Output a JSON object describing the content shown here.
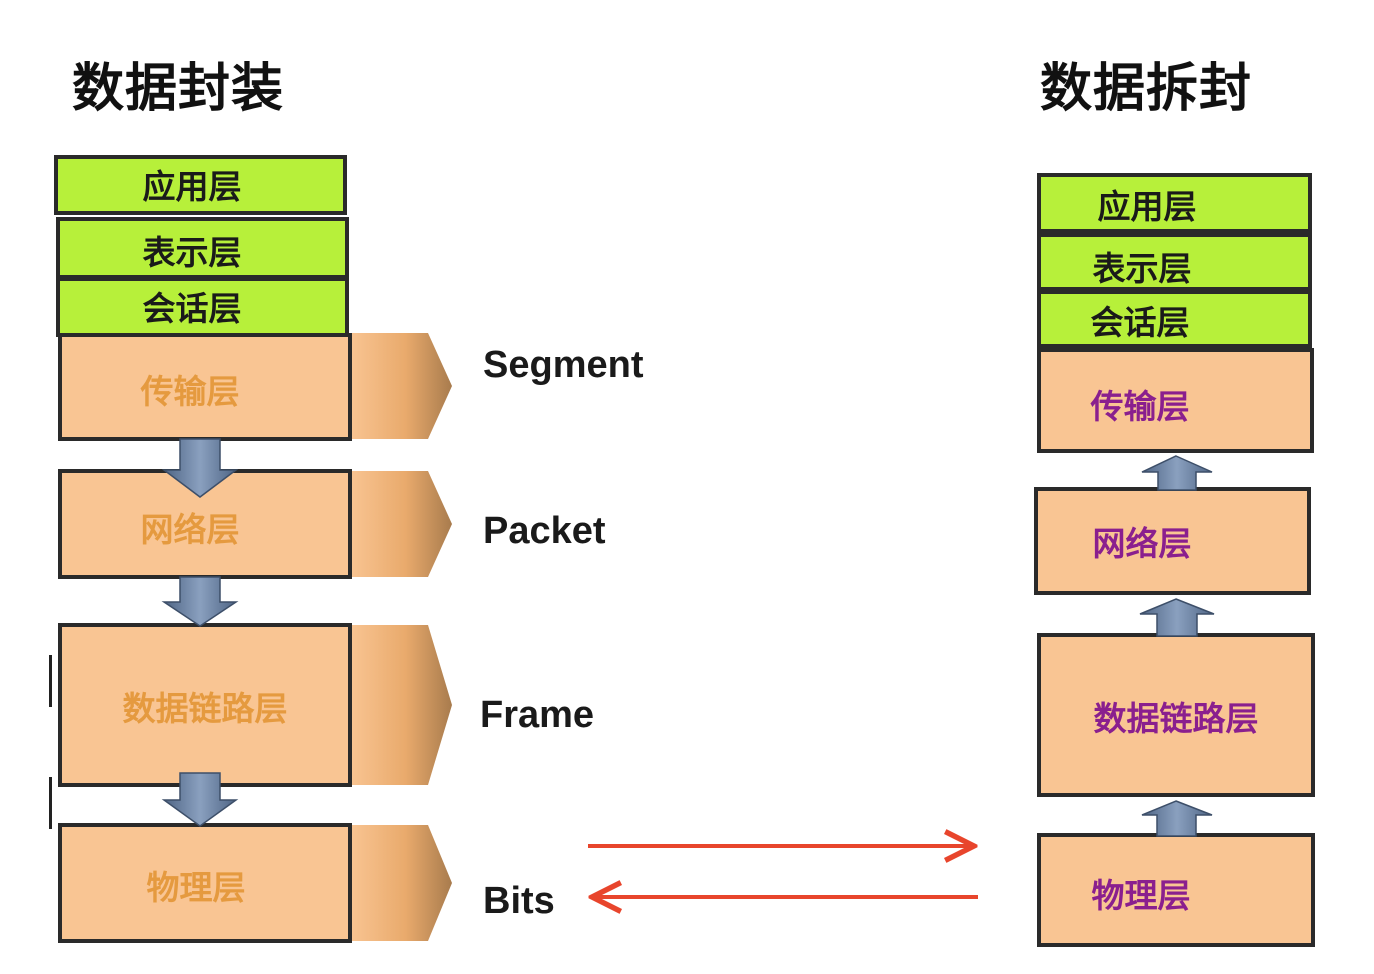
{
  "titles": {
    "encapsulation": "数据封装",
    "decapsulation": "数据拆封"
  },
  "left_stack": {
    "application": "应用层",
    "presentation": "表示层",
    "session": "会话层",
    "transport": "传输层",
    "network": "网络层",
    "datalink": "数据链路层",
    "physical": "物理层"
  },
  "right_stack": {
    "application": "应用层",
    "presentation": "表示层",
    "session": "会话层",
    "transport": "传输层",
    "network": "网络层",
    "datalink": "数据链路层",
    "physical": "物理层"
  },
  "pdu_units": {
    "segment": "Segment",
    "packet": "Packet",
    "frame": "Frame",
    "bits": "Bits"
  },
  "colors": {
    "upper_layers": "#b7f03a",
    "lower_layers": "#f9c593",
    "left_label": "#e59a3f",
    "right_label": "#8a1f8e",
    "flow_arrow": "#6f86a6",
    "transmission_arrow": "#e8452c"
  }
}
